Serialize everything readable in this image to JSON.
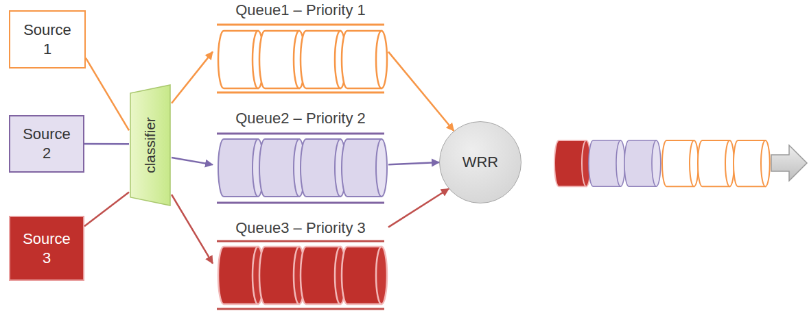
{
  "diagram": {
    "nodes": [
      {
        "text": [
          "Source 1"
        ]
      },
      {
        "text": [
          "Source 2"
        ]
      },
      {
        "text": [
          "Source 3"
        ]
      },
      {
        "text": [
          "classifier"
        ]
      },
      {
        "text": [
          "Queue1 – Priority 1"
        ]
      },
      {
        "text": [
          "Queue2 – Priority 2"
        ]
      },
      {
        "text": [
          "Queue3 – Priority 3"
        ]
      },
      {
        "text": [
          "WRR"
        ]
      }
    ],
    "edges": [
      {
        "from": 0,
        "to": 3,
        "arrow": "none"
      },
      {
        "from": 1,
        "to": 3,
        "arrow": "none"
      },
      {
        "from": 2,
        "to": 3,
        "arrow": "none"
      },
      {
        "from": 3,
        "to": 4,
        "arrow": "to"
      },
      {
        "from": 3,
        "to": 5,
        "arrow": "to"
      },
      {
        "from": 3,
        "to": 6,
        "arrow": "to"
      },
      {
        "from": 4,
        "to": 7,
        "arrow": "to"
      },
      {
        "from": 5,
        "to": 7,
        "arrow": "to"
      },
      {
        "from": 6,
        "to": 7,
        "arrow": "to"
      }
    ]
  }
}
